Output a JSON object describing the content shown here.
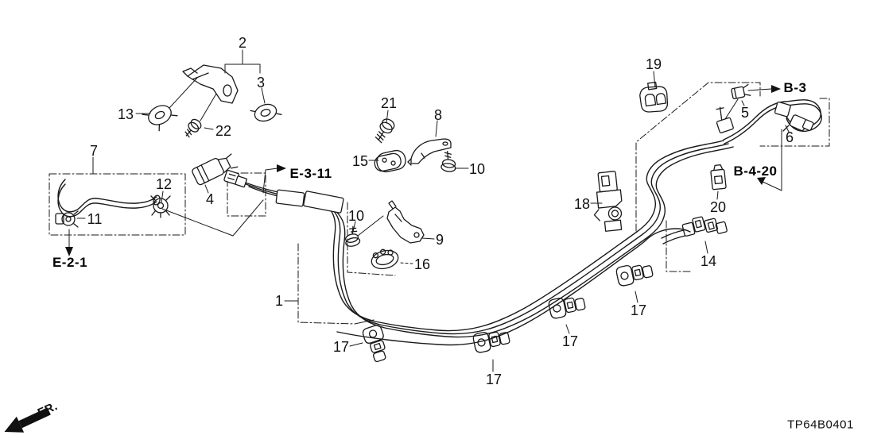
{
  "diagram": {
    "code": "TP64B0401",
    "orientation_label": "FR.",
    "colors": {
      "ink": "#1a1a1a",
      "background": "#ffffff"
    },
    "callouts": [
      {
        "label": "1"
      },
      {
        "label": "2"
      },
      {
        "label": "3"
      },
      {
        "label": "4"
      },
      {
        "label": "5"
      },
      {
        "label": "6"
      },
      {
        "label": "7"
      },
      {
        "label": "8"
      },
      {
        "label": "9"
      },
      {
        "label": "10"
      },
      {
        "label": "10"
      },
      {
        "label": "11"
      },
      {
        "label": "12"
      },
      {
        "label": "13"
      },
      {
        "label": "14"
      },
      {
        "label": "15"
      },
      {
        "label": "16"
      },
      {
        "label": "17"
      },
      {
        "label": "17"
      },
      {
        "label": "17"
      },
      {
        "label": "17"
      },
      {
        "label": "18"
      },
      {
        "label": "19"
      },
      {
        "label": "20"
      },
      {
        "label": "21"
      },
      {
        "label": "22"
      }
    ],
    "references": [
      {
        "label": "E-2-1"
      },
      {
        "label": "E-3-11"
      },
      {
        "label": "B-3"
      },
      {
        "label": "B-4-20"
      }
    ]
  }
}
